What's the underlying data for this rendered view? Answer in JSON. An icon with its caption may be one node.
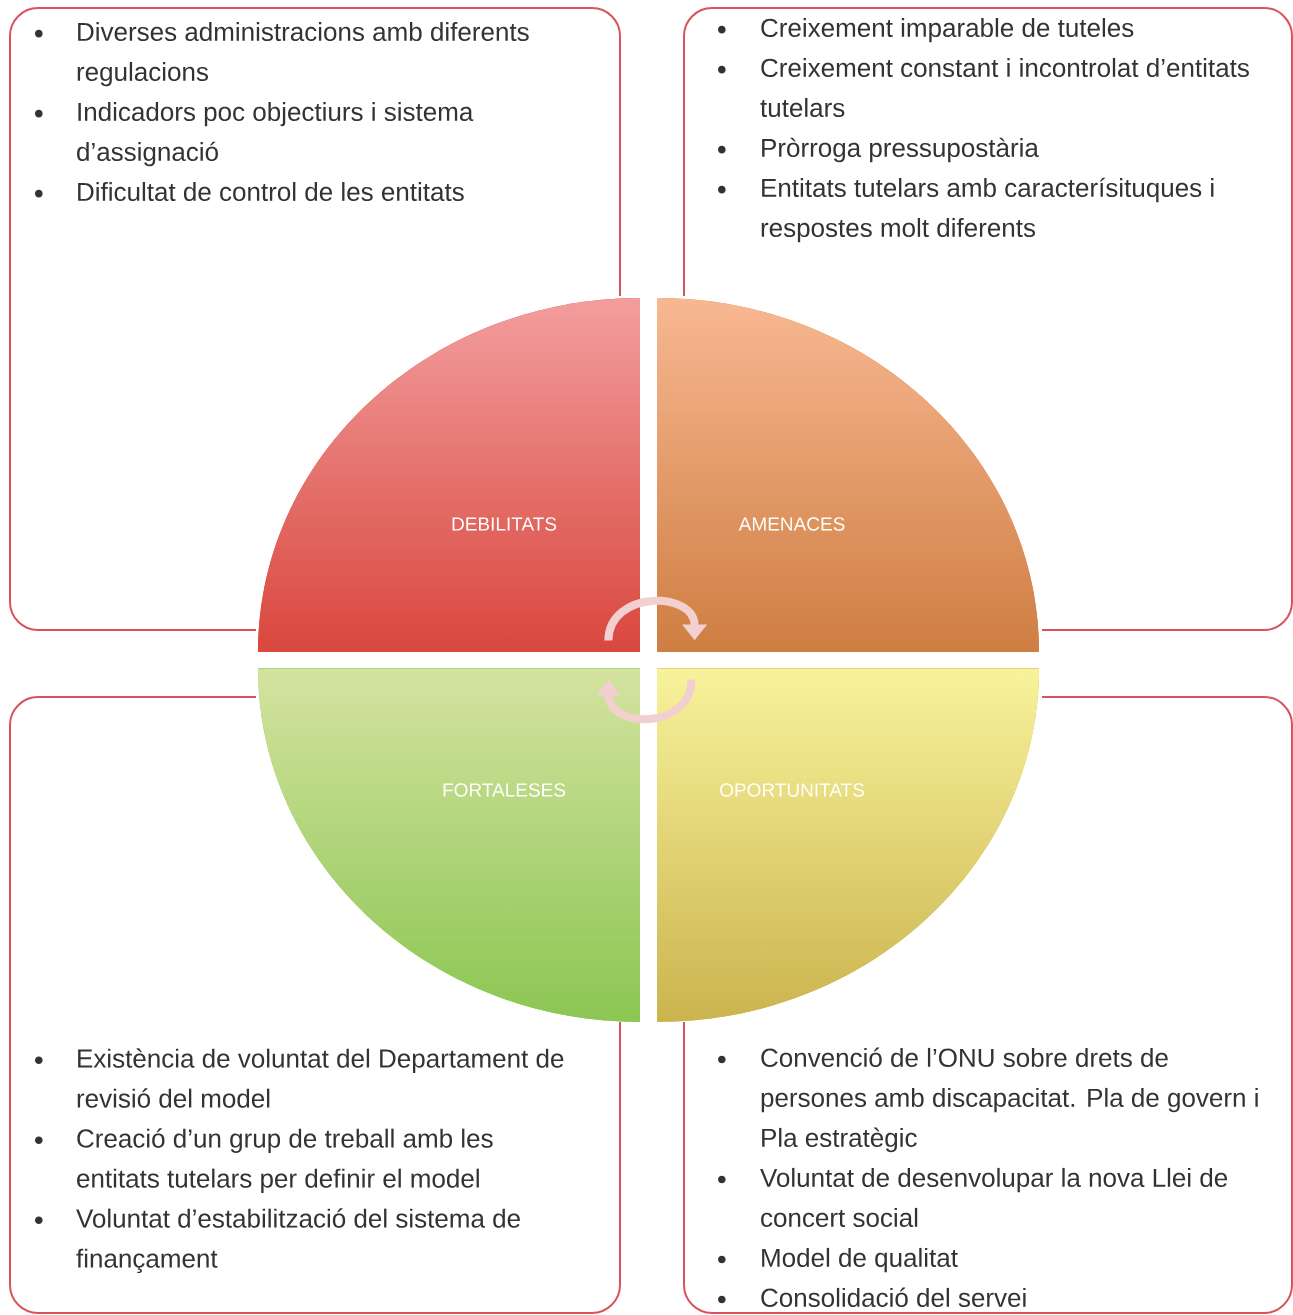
{
  "diagram": {
    "nodes": [
      {
        "text": [
          "Diverses administracions amb diferents regulacions",
          "Indicadors poc objectiurs i sistema d’assignació",
          "Dificultat de control de les entitats"
        ]
      },
      {
        "text": [
          "Creixement imparable de tuteles",
          "Creixement constant i incontrolat d’entitats tutelars",
          "Pròrroga pressupostària",
          "Entitats tutelars amb caracterísituques i respostes molt diferents"
        ]
      },
      {
        "text": [
          "Existència de voluntat del Departament de revisió del model",
          "Creació d’un grup de treball amb les entitats tutelars per definir el model",
          "Voluntat d’estabilització del sistema de finançament"
        ]
      },
      {
        "text": [
          "Convenció de l’ONU sobre drets de persones amb discapacitat. Pla de govern i Pla estratègic",
          "Voluntat de desenvolupar la nova Llei de concert social",
          "Model de qualitat",
          "Consolidació del servei"
        ]
      },
      {
        "text": [
          "DEBILITATS"
        ]
      },
      {
        "text": [
          "AMENACES"
        ]
      },
      {
        "text": [
          "FORTALESES"
        ]
      },
      {
        "text": [
          "OPORTUNITATS"
        ]
      }
    ],
    "edges": [
      {
        "from": 4,
        "to": 5,
        "arrow": "to"
      },
      {
        "from": 7,
        "to": 6,
        "arrow": "to"
      }
    ]
  }
}
